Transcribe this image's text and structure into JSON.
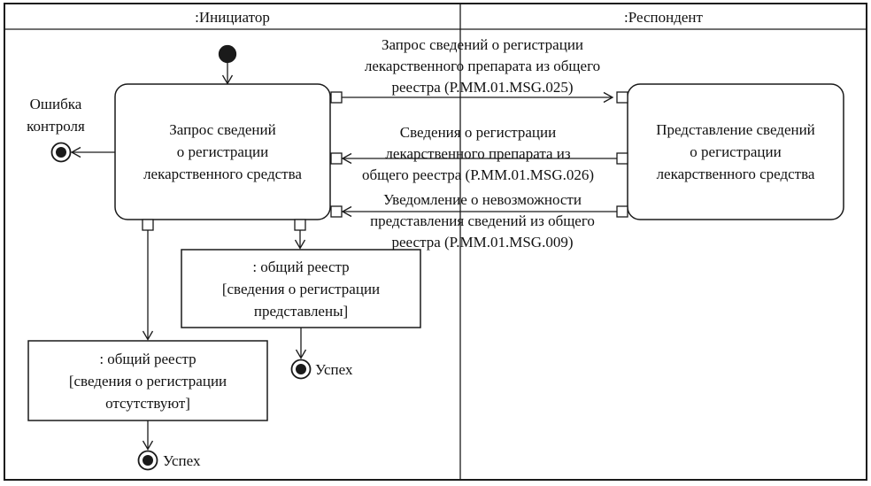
{
  "diagram": {
    "lanes": {
      "initiator": ":Инициатор",
      "respondent": ":Респондент"
    },
    "nodes": {
      "initiator_action": "Запрос сведений\nо регистрации\nлекарственного средства",
      "respondent_action": "Представление сведений\nо регистрации\nлекарственного средства",
      "object_registered": ": общий реестр\n[сведения о регистрации\nпредставлены]",
      "object_absent": ": общий реестр\n[сведения о регистрации\nотсутствуют]"
    },
    "messages": {
      "request": "Запрос сведений о регистрации\nлекарственного препарата из общего\nреестра (P.MM.01.MSG.025)",
      "response": "Сведения о регистрации\nлекарственного препарата из\nобщего реестра (P.MM.01.MSG.026)",
      "notice": "Уведомление о невозможности\nпредставления сведений из общего\nреестра (P.MM.01.MSG.009)"
    },
    "labels": {
      "error": "Ошибка\nконтроля",
      "success_registered": "Успех",
      "success_absent": "Успех"
    },
    "colors": {
      "line": "#1a1a1a",
      "background": "#ffffff"
    }
  }
}
